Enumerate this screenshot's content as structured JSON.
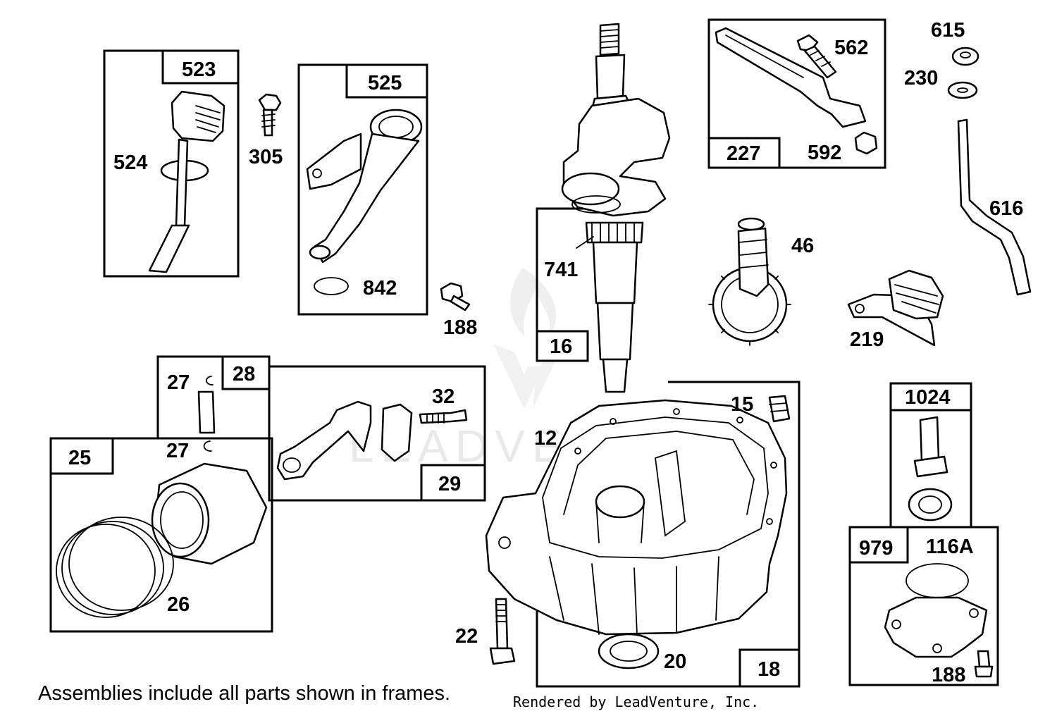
{
  "diagram": {
    "labels": {
      "p523": "523",
      "p524": "524",
      "p305": "305",
      "p525": "525",
      "p842": "842",
      "p188a": "188",
      "p741": "741",
      "p16": "16",
      "p562": "562",
      "p227": "227",
      "p592": "592",
      "p615": "615",
      "p230": "230",
      "p616": "616",
      "p46": "46",
      "p219": "219",
      "p28": "28",
      "p27a": "27",
      "p32": "32",
      "p29": "29",
      "p25": "25",
      "p27b": "27",
      "p26": "26",
      "p15": "15",
      "p12": "12",
      "p22": "22",
      "p20": "20",
      "p18": "18",
      "p1024": "1024",
      "p979": "979",
      "p116a": "116A",
      "p188b": "188"
    },
    "footnote": "Assemblies include all parts shown in frames.",
    "credit": "Rendered by LeadVenture, Inc.",
    "watermark": "LEADVENTURE"
  }
}
